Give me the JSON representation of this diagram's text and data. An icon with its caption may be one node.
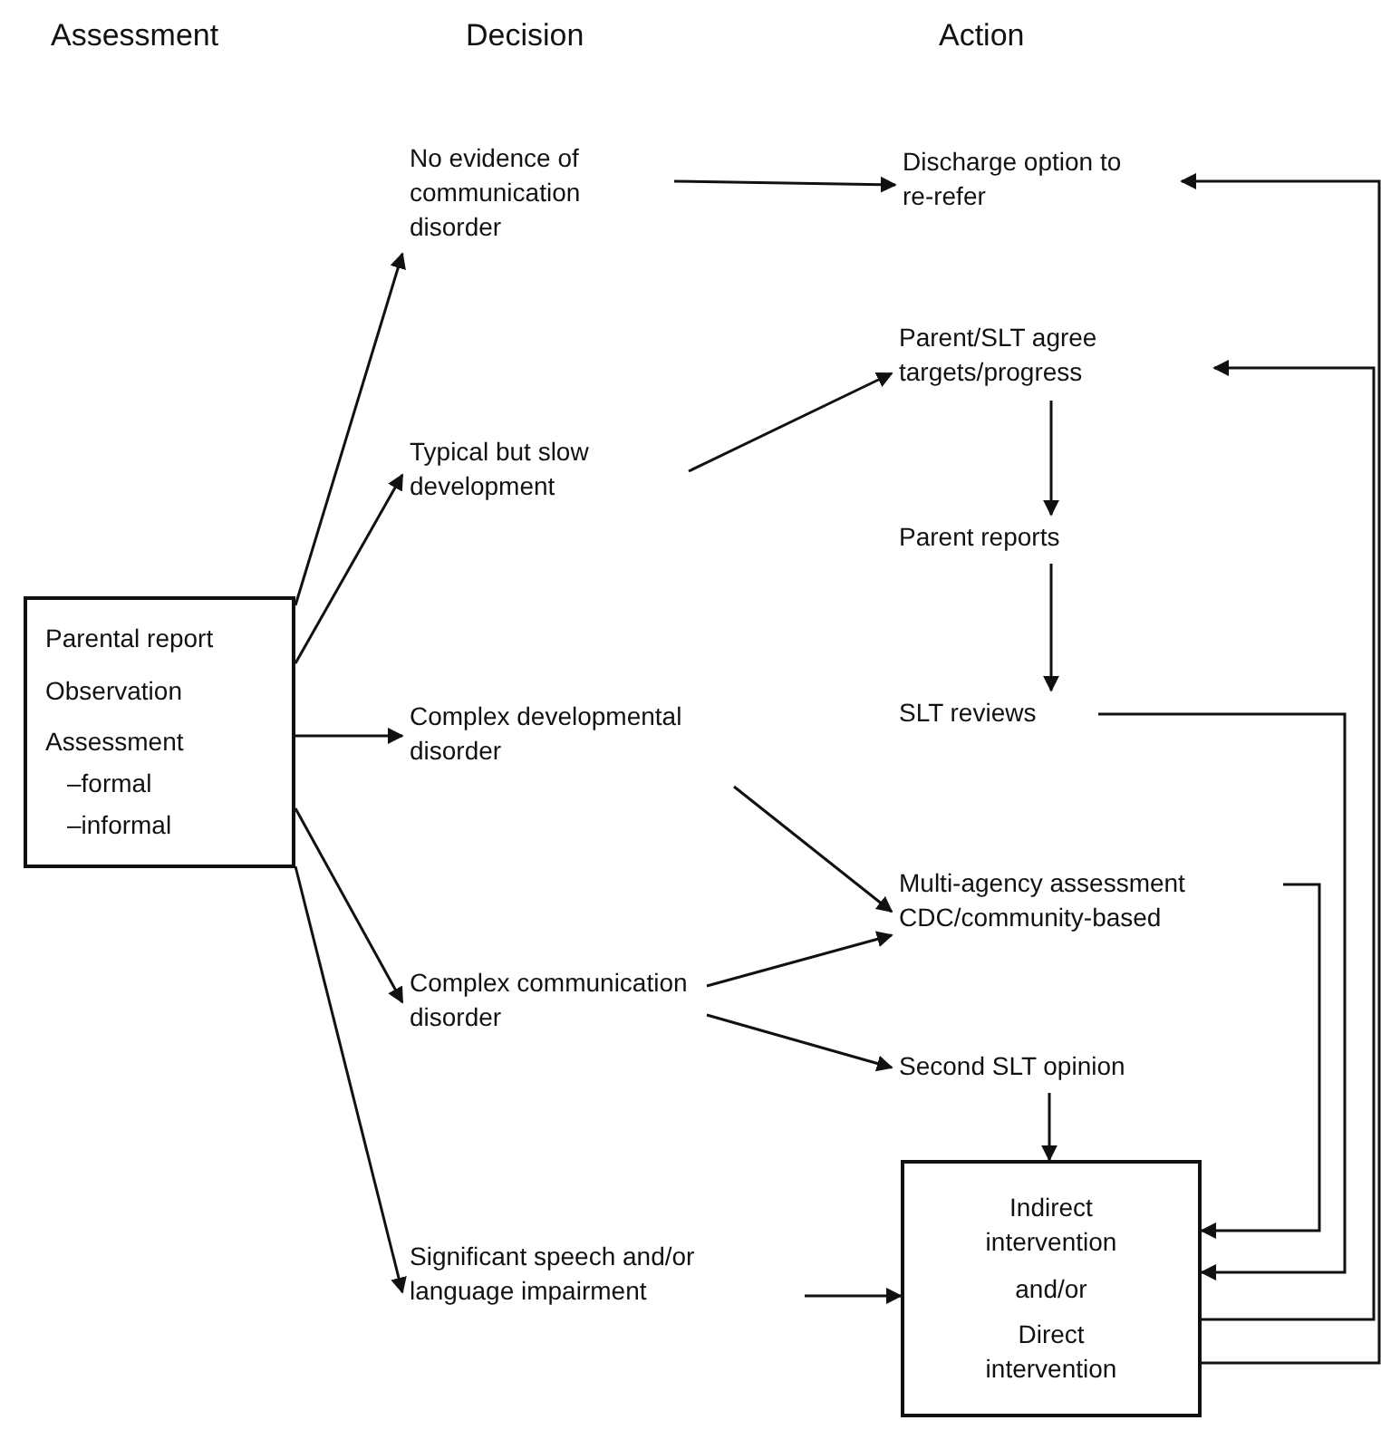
{
  "diagram": {
    "nodes": [
      {
        "text": [
          "Parental report",
          "Observation",
          "Assessment",
          "–formal",
          "–informal"
        ]
      },
      {
        "text": [
          "No evidence of communication disorder"
        ]
      },
      {
        "text": [
          "Typical but slow development"
        ]
      },
      {
        "text": [
          "Complex developmental disorder"
        ]
      },
      {
        "text": [
          "Complex communication disorder"
        ]
      },
      {
        "text": [
          "Significant speech and/or language impairment"
        ]
      },
      {
        "text": [
          "Discharge option to re-refer"
        ]
      },
      {
        "text": [
          "Parent/SLT agree targets/progress"
        ]
      },
      {
        "text": [
          "Parent reports"
        ]
      },
      {
        "text": [
          "SLT reviews"
        ]
      },
      {
        "text": [
          "Multi-agency assessment CDC/community-based"
        ]
      },
      {
        "text": [
          "Second SLT opinion"
        ]
      },
      {
        "text": [
          "Indirect intervention",
          "and/or",
          "Direct intervention"
        ]
      }
    ],
    "edges": [
      {
        "from": 0,
        "to": 1,
        "arrow": "to"
      },
      {
        "from": 0,
        "to": 2,
        "arrow": "to"
      },
      {
        "from": 0,
        "to": 3,
        "arrow": "to"
      },
      {
        "from": 0,
        "to": 4,
        "arrow": "to"
      },
      {
        "from": 0,
        "to": 5,
        "arrow": "to"
      },
      {
        "from": 1,
        "to": 6,
        "arrow": "to"
      },
      {
        "from": 2,
        "to": 7,
        "arrow": "to"
      },
      {
        "from": 7,
        "to": 8,
        "arrow": "to"
      },
      {
        "from": 8,
        "to": 9,
        "arrow": "to"
      },
      {
        "from": 3,
        "to": 10,
        "arrow": "to"
      },
      {
        "from": 4,
        "to": 10,
        "arrow": "to"
      },
      {
        "from": 4,
        "to": 11,
        "arrow": "to"
      },
      {
        "from": 11,
        "to": 12,
        "arrow": "to"
      },
      {
        "from": 5,
        "to": 12,
        "arrow": "to"
      },
      {
        "from": 10,
        "to": 12,
        "arrow": "to"
      },
      {
        "from": 9,
        "to": 12,
        "arrow": "to"
      },
      {
        "from": 12,
        "to": 7,
        "arrow": "to"
      },
      {
        "from": 12,
        "to": 6,
        "arrow": "to"
      }
    ],
    "labels": [
      "Assessment",
      "Decision",
      "Action"
    ]
  }
}
